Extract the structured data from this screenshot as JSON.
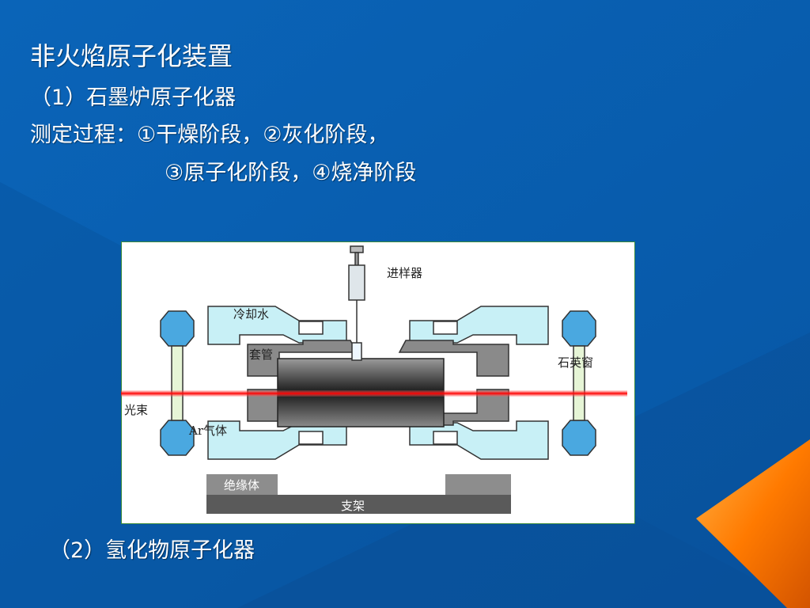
{
  "slide": {
    "title": "非火焰原子化装置",
    "item1": "（1）石墨炉原子化器",
    "process_line1": "测定过程：①干燥阶段，②灰化阶段，",
    "process_line2": "③原子化阶段，④烧净阶段",
    "item2": "（2）氢化物原子化器"
  },
  "diagram": {
    "labels": {
      "injector": "进样器",
      "cooling_water": "冷却水",
      "sleeve": "套管",
      "quartz_window": "石英窗",
      "light_beam": "光束",
      "argon": "Ar气体",
      "insulator": "绝缘体",
      "support": "支架"
    }
  },
  "colors": {
    "background": "#0b5fb0",
    "accent_orange": "#ff8a00",
    "beam_red": "#ff1a1a",
    "window_blue": "#4aa8e0",
    "water_cyan": "#c8f0f6"
  }
}
